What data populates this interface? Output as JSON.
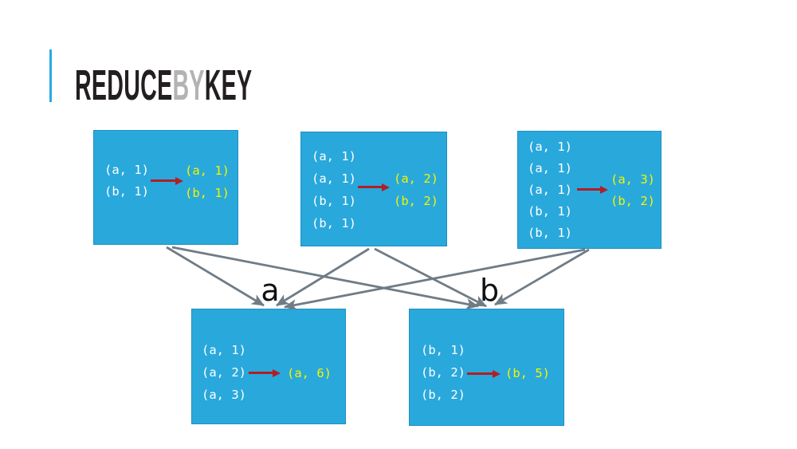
{
  "title": {
    "segments": [
      {
        "text": "REDUCE",
        "tone": "dark"
      },
      {
        "text": "BY",
        "tone": "light"
      },
      {
        "text": "KEY",
        "tone": "dark"
      }
    ]
  },
  "colors": {
    "box_fill": "#29A8DC",
    "pair_text": "#FFFFFF",
    "result_text": "#F2F500",
    "reduce_arrow": "#B21E24",
    "shuffle_arrow": "#6F7C86",
    "accent_bar": "#29ABE2",
    "title_dark": "#231F20",
    "title_light": "#B3B3B3",
    "key_label": "#111111"
  },
  "top_partitions": [
    {
      "pairs": [
        "(a, 1)",
        "(b, 1)"
      ],
      "results": [
        "(a, 1)",
        "(b, 1)"
      ]
    },
    {
      "pairs": [
        "(a, 1)",
        "(a, 1)",
        "(b, 1)",
        "(b, 1)"
      ],
      "results": [
        "(a, 2)",
        "(b, 2)"
      ]
    },
    {
      "pairs": [
        "(a, 1)",
        "(a, 1)",
        "(a, 1)",
        "(b, 1)",
        "(b, 1)"
      ],
      "results": [
        "(a, 3)",
        "(b, 2)"
      ]
    }
  ],
  "key_labels": [
    "a",
    "b"
  ],
  "bottom_partitions": [
    {
      "key": "a",
      "pairs": [
        "(a, 1)",
        "(a, 2)",
        "(a, 3)"
      ],
      "results": [
        "(a, 6)"
      ]
    },
    {
      "key": "b",
      "pairs": [
        "(b, 1)",
        "(b, 2)",
        "(b, 2)"
      ],
      "results": [
        "(b, 5)"
      ]
    }
  ]
}
